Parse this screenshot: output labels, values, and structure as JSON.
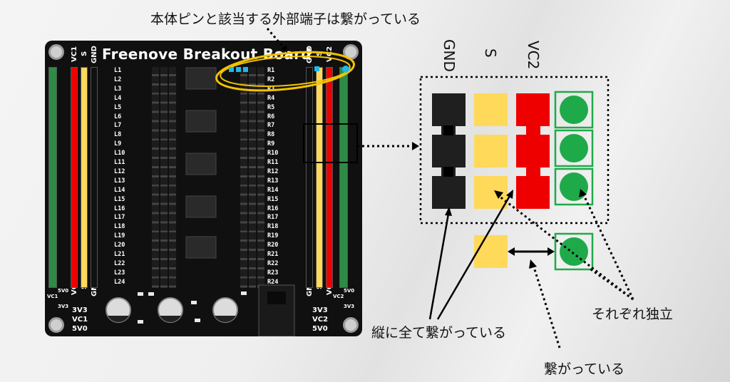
{
  "annotations": {
    "top_note": "本体ピンと該当する外部端子は繋がっている",
    "vertical_note": "縦に全て繋がっている",
    "independent_note": "それぞれ独立",
    "connected_note": "繋がっている"
  },
  "legend": {
    "gnd": "GND",
    "s": "S",
    "vc2": "VC2"
  },
  "board": {
    "title": "Freenove Breakout Board",
    "left_headers": [
      "VC1",
      "S",
      "GND"
    ],
    "right_headers": [
      "GND",
      "S",
      "VC2"
    ],
    "left_bottom_headers": [
      "VC1",
      "S",
      "GND"
    ],
    "right_bottom_headers": [
      "GND",
      "S",
      "VC2"
    ],
    "left_pins": [
      "L1",
      "L2",
      "L3",
      "L4",
      "L5",
      "L6",
      "L7",
      "L8",
      "L9",
      "L10",
      "L11",
      "L12",
      "L13",
      "L14",
      "L15",
      "L16",
      "L17",
      "L18",
      "L19",
      "L20",
      "L21",
      "L22",
      "L23",
      "L24"
    ],
    "right_pins": [
      "R1",
      "R2",
      "R3",
      "R4",
      "R5",
      "R6",
      "R7",
      "R8",
      "R9",
      "R10",
      "R11",
      "R12",
      "R13",
      "R14",
      "R15",
      "R16",
      "R17",
      "R18",
      "R19",
      "R20",
      "R21",
      "R22",
      "R23",
      "R24"
    ],
    "power_left": [
      "3V3",
      "VC1",
      "5V0"
    ],
    "power_right": [
      "3V3",
      "VC2",
      "5V0"
    ],
    "jumper_left": [
      "VC1",
      "5V0",
      "3V3"
    ],
    "jumper_right": [
      "VC2",
      "5V0",
      "3V3"
    ]
  },
  "colors": {
    "gnd": "#1f1f1f",
    "s": "#ffd95a",
    "vc": "#ee0000",
    "terminal": "#1faa4a",
    "highlight": "#f2c200",
    "pcb": "#101010"
  }
}
